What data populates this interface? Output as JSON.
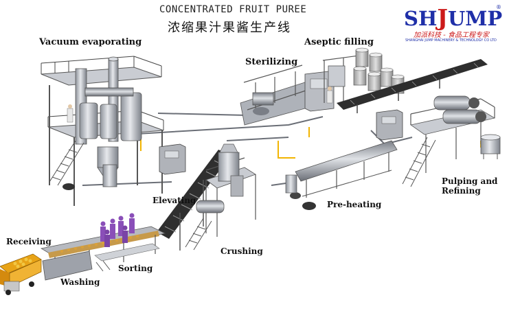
{
  "title_en": "CONCENTRATED FRUIT PUREE",
  "title_cn": "浓缩果汁果酱生产线",
  "logo": {
    "sh": "SH",
    "j": "J",
    "ump": "UMP",
    "reg": "®",
    "cn": "加派科技 - 食品工程专家",
    "en": "SHANGHAI JUMP MACHINERY & TECHNOLOGY CO LTD"
  },
  "labels": {
    "vacuum": "Vacuum evaporating",
    "aseptic": "Aseptic filling",
    "sterilizing": "Sterilizing",
    "elevating": "Elevating",
    "preheating": "Pre-heating",
    "pulping_1": "Pulping and",
    "pulping_2": "Refining",
    "receiving": "Receiving",
    "crushing": "Crushing",
    "sorting": "Sorting",
    "washing": "Washing"
  },
  "colors": {
    "steel": "#b8bcc4",
    "steel_dark": "#5a5e66",
    "drum": "#c7c7c7",
    "conveyor": "#3a3a3a",
    "pipe_yellow": "#f2b400",
    "truck": "#e8a316",
    "worker": "#8a4fb8"
  }
}
